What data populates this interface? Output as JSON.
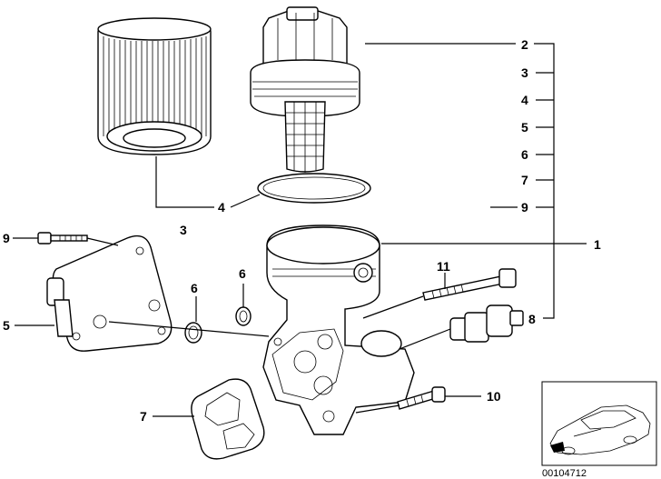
{
  "callouts": {
    "c1": "1",
    "c2": "2",
    "c3a": "3",
    "c4a": "4",
    "c5a": "5",
    "c6a": "6",
    "c7a": "7",
    "c9a": "9",
    "c8": "8",
    "c3b": "3",
    "c4b": "4",
    "c9b": "9",
    "c11": "11",
    "c6b": "6",
    "c6c": "6",
    "c5b": "5",
    "c7b": "7",
    "c10": "10"
  },
  "document_number": "00104712"
}
